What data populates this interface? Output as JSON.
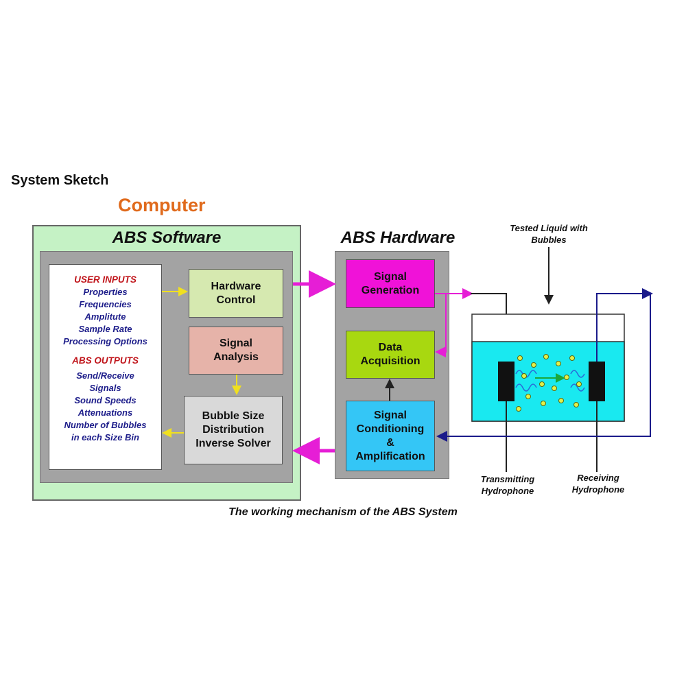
{
  "header": {
    "title": "System Sketch",
    "computer": "Computer"
  },
  "software": {
    "title": "ABS Software",
    "user_inputs_header": "USER INPUTS",
    "user_inputs": [
      "Properties",
      "Frequencies",
      "Amplitute",
      "Sample Rate",
      "Processing Options"
    ],
    "outputs_header": "ABS OUTPUTS",
    "outputs": [
      "Send/Receive",
      "Signals",
      "Sound Speeds",
      "Attenuations",
      "Number of Bubbles",
      "in each Size Bin"
    ],
    "hardware_control": [
      "Hardware",
      "Control"
    ],
    "signal_analysis": [
      "Signal",
      "Analysis"
    ],
    "bubble_solver": [
      "Bubble Size",
      "Distribution",
      "Inverse Solver"
    ]
  },
  "hardware": {
    "title": "ABS Hardware",
    "signal_generation": [
      "Signal",
      "Generation"
    ],
    "data_acquisition": [
      "Data",
      "Acquisition"
    ],
    "signal_conditioning": [
      "Signal",
      "Conditioning",
      "&",
      "Amplification"
    ]
  },
  "tank": {
    "liquid_label": [
      "Tested Liquid with",
      "Bubbles"
    ],
    "transmitting": [
      "Transmitting",
      "Hydrophone"
    ],
    "receiving": [
      "Receiving",
      "Hydrophone"
    ]
  },
  "caption": "The working mechanism of the ABS System",
  "colors": {
    "software_bg": "#c5f2c5",
    "inner_gray": "#a3a3a3",
    "hardware_control": "#d6e9b0",
    "signal_analysis": "#e6b3a9",
    "bubble_solver": "#d9d9d9",
    "signal_generation": "#f012d8",
    "data_acquisition": "#a8d810",
    "signal_conditioning": "#34c6f6",
    "liquid": "#19e9f0",
    "arrow_magenta": "#e61ed6",
    "arrow_yellow": "#f0e020",
    "wire_blue": "#1a1a8a"
  }
}
